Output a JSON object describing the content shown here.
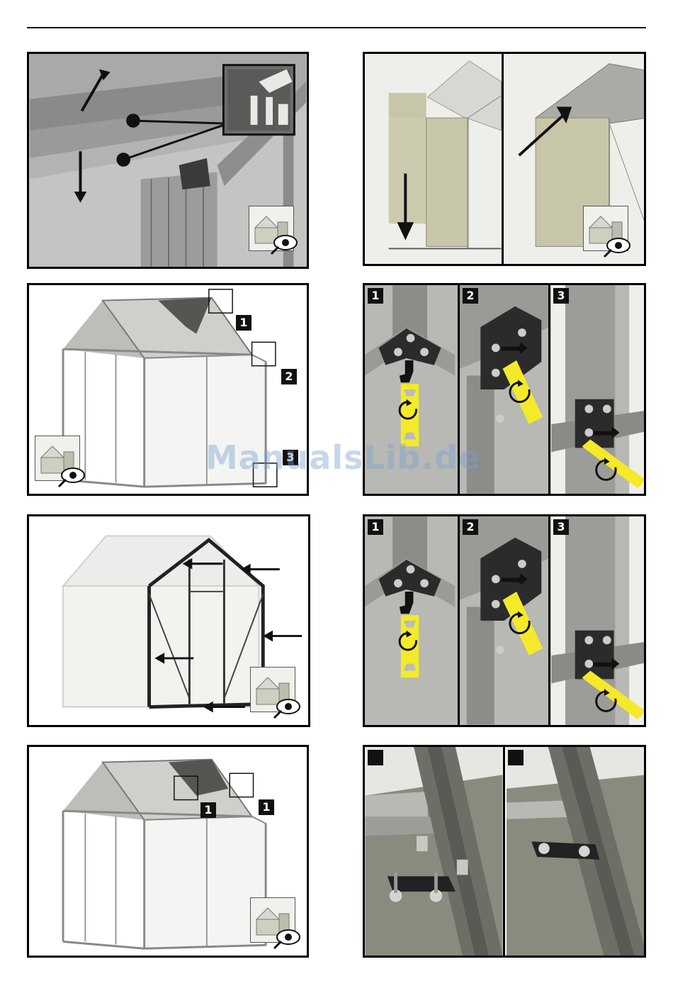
{
  "watermark": "ManualsLib.de",
  "panels": {
    "p3": {
      "badges": [
        "1",
        "2",
        "3"
      ]
    },
    "p4": {
      "badges": [
        "1",
        "2",
        "3"
      ]
    },
    "p6": {
      "badges": [
        "1",
        "2",
        "3"
      ]
    },
    "p7": {
      "badges": [
        "1",
        "1"
      ]
    }
  },
  "colors": {
    "frame": "#7a7a78",
    "dark_bracket": "#2b2b2b",
    "wrench": "#f4ea2a",
    "panel_tan": "#c8c6a8",
    "background_grey": "#d9d9d6",
    "dark_strip": "#5a5a54"
  },
  "icons": [
    "eye-icon",
    "arrow-icon",
    "rotate-arrow-icon",
    "wrench-icon",
    "greenhouse-thumbnail-icon",
    "hand-pointer-icon"
  ]
}
